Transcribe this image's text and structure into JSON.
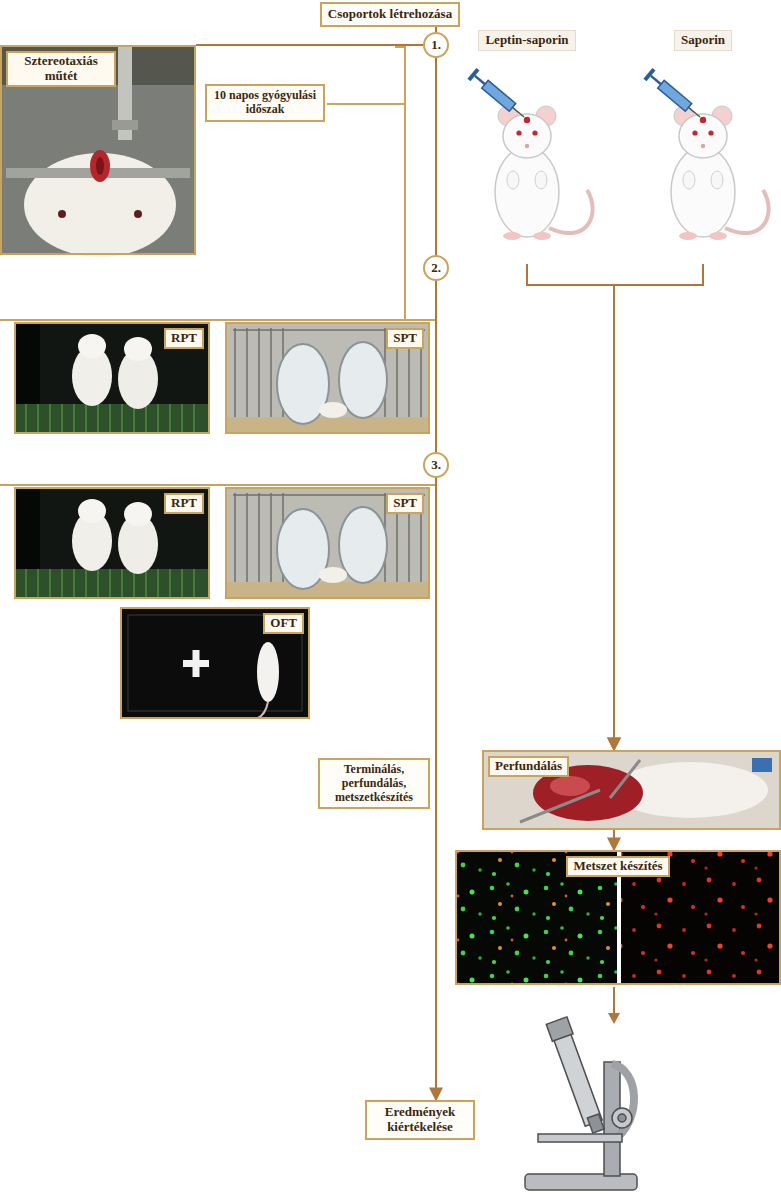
{
  "diagram": {
    "nodes": [
      {
        "text": [
          "Csoportok létrehozása"
        ]
      },
      {
        "text": [
          "1."
        ]
      },
      {
        "text": [
          "Sztereotaxiás műtét"
        ]
      },
      {
        "text": [
          "10 napos gyógyulási időszak"
        ]
      },
      {
        "text": [
          "Leptin-saporin"
        ]
      },
      {
        "text": [
          "Saporin"
        ]
      },
      {
        "text": [
          "2."
        ]
      },
      {
        "text": [
          "RPT"
        ]
      },
      {
        "text": [
          "SPT"
        ]
      },
      {
        "text": [
          "3."
        ]
      },
      {
        "text": [
          "RPT"
        ]
      },
      {
        "text": [
          "SPT"
        ]
      },
      {
        "text": [
          "OFT"
        ]
      },
      {
        "text": [
          "Terminálás, perfundálás, metszetkészítés"
        ]
      },
      {
        "text": [
          "Perfundálás"
        ]
      },
      {
        "text": [
          "Metszet készítés"
        ]
      },
      {
        "text": [
          "Eredmények kiértékelése"
        ]
      }
    ],
    "edges": [
      {
        "from": 0,
        "to": 1,
        "arrow": "none"
      },
      {
        "from": 1,
        "to": 2,
        "arrow": "none"
      },
      {
        "from": 1,
        "to": 6,
        "arrow": "none"
      },
      {
        "from": 6,
        "to": 9,
        "arrow": "none"
      },
      {
        "from": 9,
        "to": 16,
        "arrow": "to"
      },
      {
        "from": 4,
        "to": 14,
        "arrow": "to"
      },
      {
        "from": 5,
        "to": 14,
        "arrow": "to"
      },
      {
        "from": 14,
        "to": 15,
        "arrow": "to"
      }
    ]
  }
}
